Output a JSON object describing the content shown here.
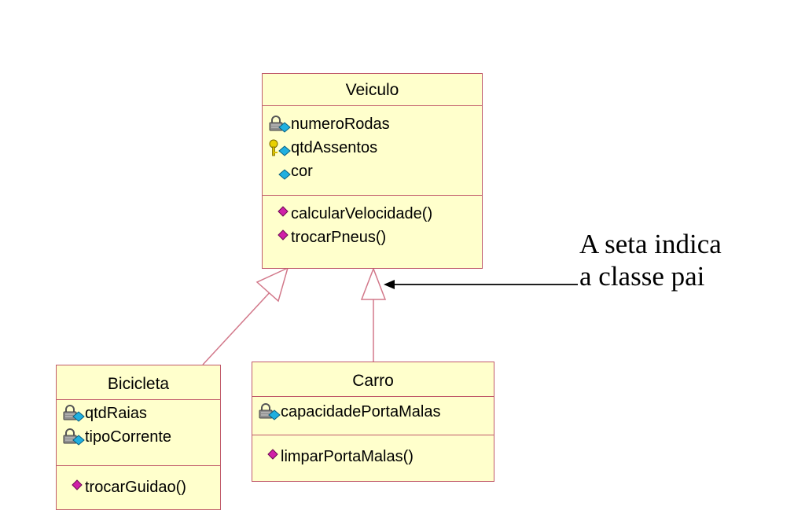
{
  "classes": {
    "veiculo": {
      "name": "Veiculo",
      "attributes": [
        {
          "name": "numeroRodas",
          "icon": "lock-icon"
        },
        {
          "name": "qtdAssentos",
          "icon": "key-icon"
        },
        {
          "name": "cor",
          "icon": "public-icon"
        }
      ],
      "operations": [
        {
          "name": "calcularVelocidade()",
          "icon": "method-icon"
        },
        {
          "name": "trocarPneus()",
          "icon": "method-icon"
        }
      ]
    },
    "bicicleta": {
      "name": "Bicicleta",
      "attributes": [
        {
          "name": "qtdRaias",
          "icon": "lock-icon"
        },
        {
          "name": "tipoCorrente",
          "icon": "lock-icon"
        }
      ],
      "operations": [
        {
          "name": "trocarGuidao()",
          "icon": "method-icon"
        }
      ]
    },
    "carro": {
      "name": "Carro",
      "attributes": [
        {
          "name": "capacidadePortaMalas",
          "icon": "lock-icon"
        }
      ],
      "operations": [
        {
          "name": "limparPortaMalas()",
          "icon": "method-icon"
        }
      ]
    }
  },
  "annotation": {
    "line1": "A seta indica",
    "line2": "a classe pai"
  },
  "colors": {
    "class_fill": "#ffffcc",
    "class_border": "#c05a6a",
    "relation_line": "#d2788a",
    "lock": "#707070",
    "key": "#d8c000",
    "attribute_diamond": "#20b0e0",
    "method_diamond": "#d020a8"
  }
}
